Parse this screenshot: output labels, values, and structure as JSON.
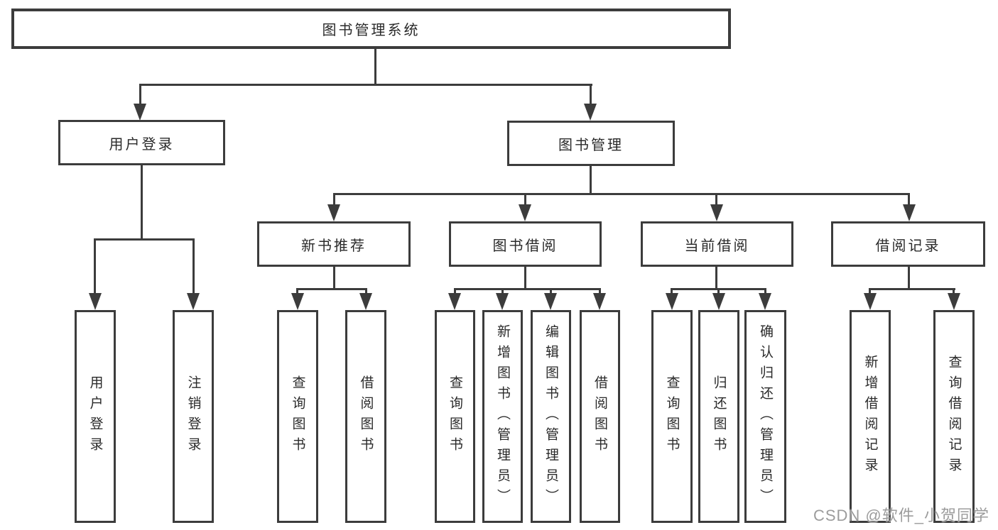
{
  "colors": {
    "line": "#3c3c3c",
    "text": "#2a2a2a",
    "watermark": "#9c9c9c",
    "bg": "#ffffff"
  },
  "tree": {
    "root": "图书管理系统",
    "login": {
      "label": "用户登录",
      "children": [
        "用户登录",
        "注销登录"
      ]
    },
    "manage": {
      "label": "图书管理",
      "sections": [
        {
          "label": "新书推荐",
          "children": [
            "查询图书",
            "借阅图书"
          ]
        },
        {
          "label": "图书借阅",
          "children": [
            "查询图书",
            "新增图书（管理员）",
            "编辑图书（管理员）",
            "借阅图书"
          ]
        },
        {
          "label": "当前借阅",
          "children": [
            "查询图书",
            "归还图书",
            "确认归还（管理员）"
          ]
        },
        {
          "label": "借阅记录",
          "children": [
            "新增借阅记录",
            "查询借阅记录"
          ]
        }
      ]
    }
  },
  "watermark": "CSDN @软件_小贺同学"
}
